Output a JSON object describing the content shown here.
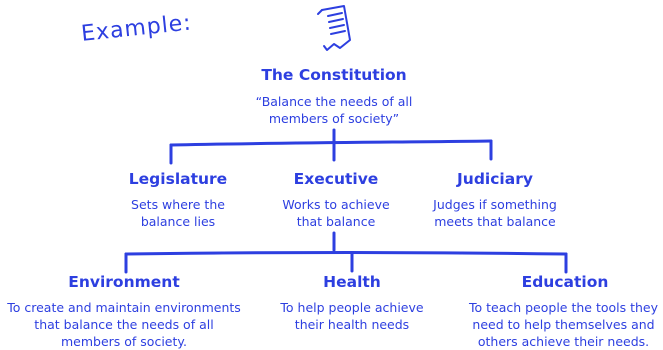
{
  "example_label": "Example:",
  "root": {
    "title": "The Constitution",
    "desc": [
      "“Balance the needs of all",
      "members of society”"
    ]
  },
  "branches": [
    {
      "title": "Legislature",
      "desc": [
        "Sets where the",
        "balance lies"
      ]
    },
    {
      "title": "Executive",
      "desc": [
        "Works to achieve",
        "that balance"
      ]
    },
    {
      "title": "Judiciary",
      "desc": [
        "Judges if something",
        "meets that balance"
      ]
    }
  ],
  "leaves": [
    {
      "title": "Environment",
      "desc": [
        "To create and maintain environments",
        "that balance the needs of all",
        "members of society."
      ]
    },
    {
      "title": "Health",
      "desc": [
        "To help people achieve",
        "their health needs"
      ]
    },
    {
      "title": "Education",
      "desc": [
        "To teach people the tools they",
        "need to help themselves and",
        "others achieve their needs."
      ]
    }
  ],
  "colors": {
    "ink": "#2d3fe0"
  },
  "icon": "scroll-document-icon"
}
